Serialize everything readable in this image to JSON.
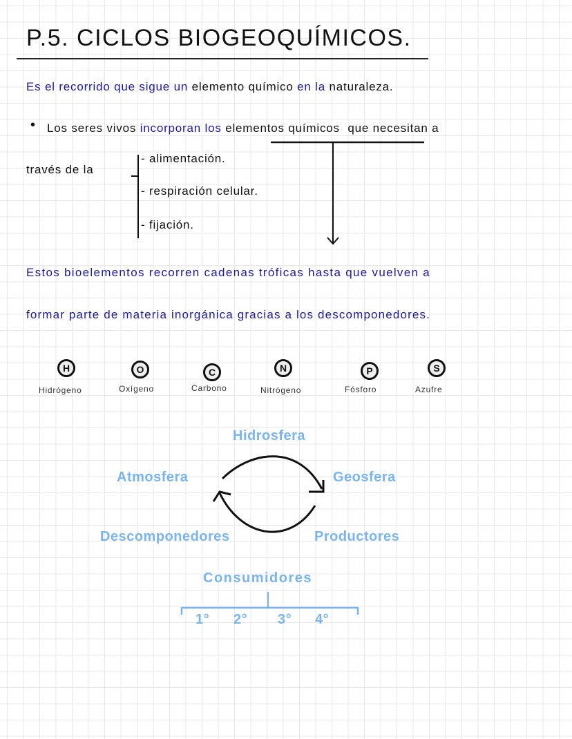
{
  "title": "P.5. CICLOS BIOGEOQUÍMICOS.",
  "definition": {
    "p1": "Es el recorrido que sigue un",
    "p2": "elemento químico",
    "p3": "en la",
    "p4": "naturaleza."
  },
  "bullet": {
    "p1": "Los seres vivos",
    "p2": "incorporan los",
    "p3": "elementos químicos",
    "p4": "que necesitan a"
  },
  "via": {
    "label": "través de la",
    "items": [
      "- alimentación.",
      "- respiración celular.",
      "- fijación."
    ]
  },
  "bioelements": {
    "line1": "Estos bioelementos recorren cadenas tróficas hasta que vuelven a",
    "line2": "formar parte de materia inorgánica gracias a los descomponedores."
  },
  "elements": [
    {
      "symbol": "H",
      "name": "Hidrógeno"
    },
    {
      "symbol": "O",
      "name": "Oxígeno"
    },
    {
      "symbol": "C",
      "name": "Carbono"
    },
    {
      "symbol": "N",
      "name": "Nitrógeno"
    },
    {
      "symbol": "P",
      "name": "Fósforo"
    },
    {
      "symbol": "S",
      "name": "Azufre"
    }
  ],
  "cycle": {
    "top": "Hidrosfera",
    "left": "Atmosfera",
    "right": "Geosfera",
    "bottom_left": "Descomponedores",
    "bottom_right": "Productores"
  },
  "consumers": {
    "label": "Consumidores",
    "levels": [
      "1°",
      "2°",
      "3°",
      "4°"
    ]
  },
  "colors": {
    "dark_blue": "#1d1a9b",
    "light_blue": "#79b4ee"
  }
}
